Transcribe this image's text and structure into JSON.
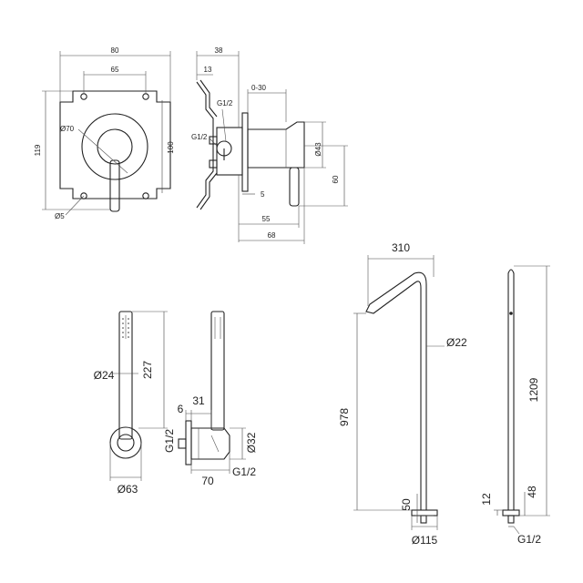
{
  "mixer_front": {
    "width_80": "80",
    "hole_65": "65",
    "height_119": "119",
    "height_100": "100",
    "dia_70": "Ø70",
    "dia_5": "Ø5"
  },
  "mixer_side": {
    "depth_38": "38",
    "offset_13": "13",
    "range_0_30": "0-30",
    "thread_top": "G1/2",
    "thread_left": "G1/2",
    "dia_43": "Ø43",
    "plate_5": "5",
    "lever_60": "60",
    "depth_55": "55",
    "depth_68": "68"
  },
  "hand_shower": {
    "dia_24": "Ø24",
    "length_227": "227",
    "dia_63": "Ø63"
  },
  "shower_holder": {
    "dim_6": "6",
    "dim_31": "31",
    "thread_vertical": "G1/2",
    "dia_32": "Ø32",
    "depth_70": "70",
    "thread_bottom": "G1/2"
  },
  "floor_spout": {
    "reach_310": "310",
    "dia_22": "Ø22",
    "height_978": "978",
    "base_50": "50",
    "dia_115": "Ø115"
  },
  "floor_spout_side": {
    "height_1209": "1209",
    "dim_12": "12",
    "dim_48": "48",
    "thread": "G1/2"
  }
}
